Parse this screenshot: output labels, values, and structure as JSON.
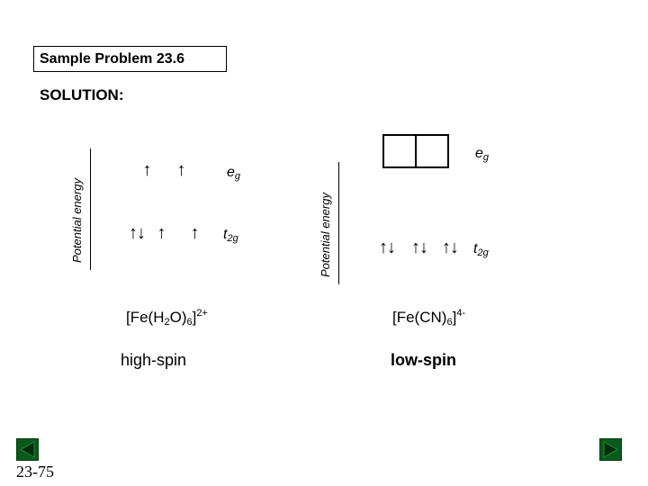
{
  "header": {
    "title": "Sample Problem 23.6",
    "solution_label": "SOLUTION:"
  },
  "left_diagram": {
    "axis_label": "Potential energy",
    "eg": {
      "label_main": "e",
      "label_sub": "g",
      "arrows": [
        "↑",
        "↑"
      ]
    },
    "t2g": {
      "label_main": "t",
      "label_sub": "2g",
      "arrows": [
        "↑↓",
        "↑",
        "↑"
      ]
    },
    "formula": {
      "p1": "[Fe(H",
      "sub1": "2",
      "p2": "O)",
      "sub2": "6",
      "p3": "]",
      "sup": "2+"
    },
    "spin_label": "high-spin"
  },
  "right_diagram": {
    "axis_label": "Potential energy",
    "eg": {
      "label_main": "e",
      "label_sub": "g",
      "arrows": [
        "",
        ""
      ]
    },
    "t2g": {
      "label_main": "t",
      "label_sub": "2g",
      "arrows": [
        "↑↓",
        "↑↓",
        "↑↓"
      ]
    },
    "formula": {
      "p1": "[Fe(CN)",
      "sub1": "6",
      "p2": "]",
      "sup": "4-"
    },
    "spin_label": "low-spin"
  },
  "footer": {
    "page_number": "23-75",
    "prev_icon": "triangle-left-icon",
    "next_icon": "triangle-right-icon"
  },
  "colors": {
    "nav_green": "#0a5a1c"
  }
}
